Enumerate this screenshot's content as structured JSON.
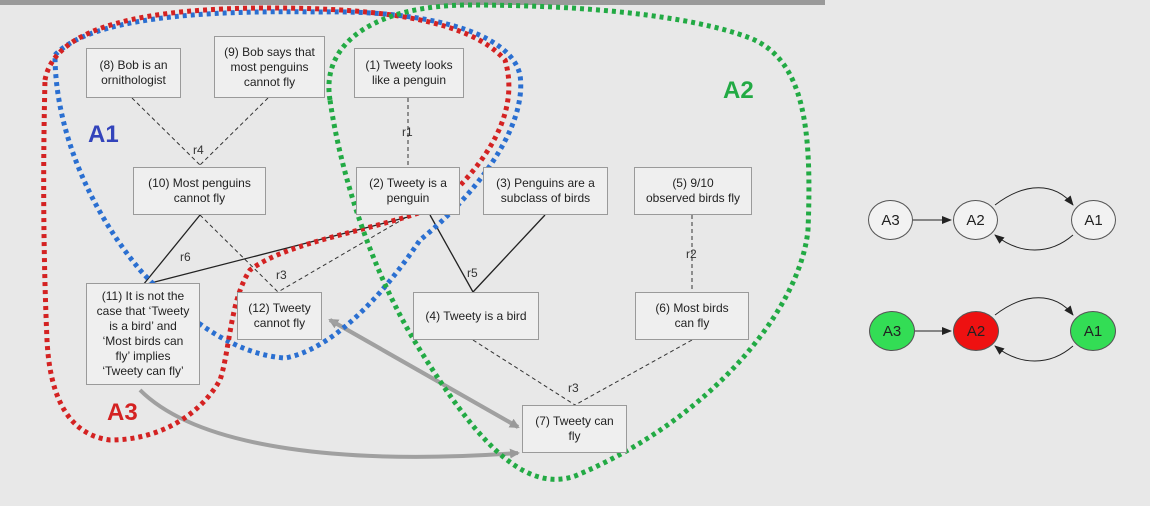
{
  "statements": {
    "s8": "(8) Bob is an\nornithologist",
    "s9": "(9) Bob says that\nmost penguins\ncannot fly",
    "s1": "(1) Tweety looks\nlike a penguin",
    "s10": "(10) Most penguins\ncannot fly",
    "s2": "(2) Tweety is a\npenguin",
    "s3": "(3) Penguins are a\nsubclass of birds",
    "s5": "(5) 9/10\nobserved birds fly",
    "s11": "(11) It is not the\ncase that ‘Tweety\nis a bird’ and\n‘Most birds can\nfly’ implies\n‘Tweety can fly’",
    "s12": "(12) Tweety\ncannot fly",
    "s4": "(4) Tweety is a bird",
    "s6": "(6) Most birds\ncan fly",
    "s7": "(7) Tweety can\nfly"
  },
  "rules": {
    "r1": "r1",
    "r2": "r2",
    "r3a": "r3",
    "r3b": "r3",
    "r4": "r4",
    "r5": "r5",
    "r6": "r6"
  },
  "arguments": {
    "a1": {
      "label": "A1",
      "color": "#3344bb",
      "outline_color": "#2a6fd1"
    },
    "a2": {
      "label": "A2",
      "color": "#22aa44",
      "outline_color": "#22aa44"
    },
    "a3": {
      "label": "A3",
      "color": "#d42222",
      "outline_color": "#d42222"
    }
  },
  "graph_before": {
    "nodes": [
      "A3",
      "A2",
      "A1"
    ],
    "fill": "#f2f2f2"
  },
  "graph_after": {
    "nodes": [
      "A3",
      "A2",
      "A1"
    ],
    "fills": {
      "A3": "#33dd55",
      "A2": "#ee1111",
      "A1": "#33dd55"
    }
  }
}
